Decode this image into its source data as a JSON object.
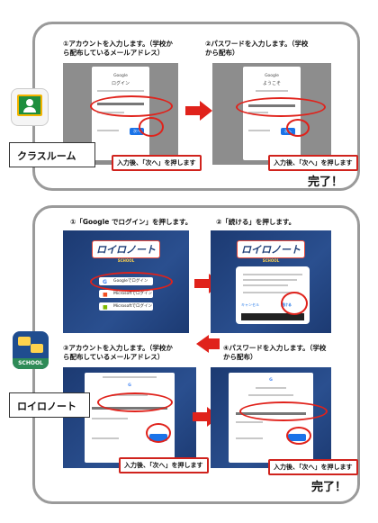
{
  "classroom": {
    "step1": "①アカウントを入力します。（学校か\nら配布しているメールアドレス）",
    "step2": "②パスワードを入力します。（学校\nから配布）",
    "callout": "入力後、「次へ」を押します",
    "done": "完了！",
    "app_name": "クラスルーム",
    "shot1": {
      "brand": "Google",
      "title": "ログイン",
      "next": "次へ"
    },
    "shot2": {
      "brand": "Google",
      "title": "ようこそ",
      "next": "次へ"
    }
  },
  "loilo": {
    "step1": "①「Google でログイン」を押します。",
    "step2": "②「続ける」を押します。",
    "step3": "③アカウントを入力します。（学校か\nら配布しているメールアドレス）",
    "step4": "④パスワードを入力します。（学校\nから配布）",
    "callout": "入力後、「次へ」を押します",
    "done": "完了！",
    "app_name": "ロイロノート",
    "icon_text": "SCHOOL",
    "logo": "ロイロノート",
    "logo_sub": "SCHOOL",
    "google_btn": "Googleでログイン",
    "ms_btn": "Microsoftでログイン",
    "continue_btn": "続ける",
    "cancel_btn": "キャンセル"
  },
  "colors": {
    "accent_red": "#e0221b",
    "panel_border": "#9a9a9a",
    "navy": "#1f3f78"
  }
}
